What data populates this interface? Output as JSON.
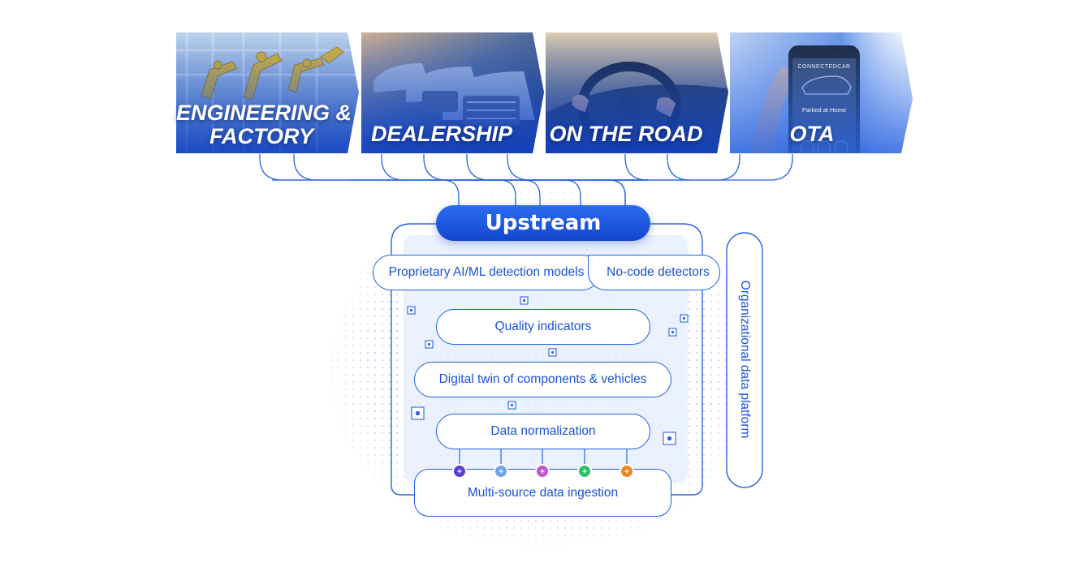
{
  "stages": [
    {
      "label_lines": [
        "ENGINEERING &",
        "FACTORY"
      ]
    },
    {
      "label_lines": [
        "DEALERSHIP"
      ]
    },
    {
      "label_lines": [
        "ON THE ROAD"
      ]
    },
    {
      "label_lines": [
        "OTA"
      ]
    }
  ],
  "phone": {
    "app_name": "CONNECTEDCAR",
    "status": "Parked at Home"
  },
  "platform": {
    "title": "Upstream",
    "side_label": "Organizational data platform",
    "models_label": "Proprietary AI/ML detection models",
    "nocode_label": "No-code detectors",
    "layers": [
      {
        "label": "Quality indicators"
      },
      {
        "label": "Digital twin of components & vehicles"
      },
      {
        "label": "Data normalization"
      },
      {
        "label": "Multi-source data ingestion"
      }
    ]
  },
  "colors": {
    "accent": "#1f5fe0",
    "brand_dark": "#1246cf",
    "connector_nodes": [
      "#5b3fd0",
      "#6aa6ee",
      "#c257d6",
      "#29c46a",
      "#f08a1e"
    ]
  }
}
